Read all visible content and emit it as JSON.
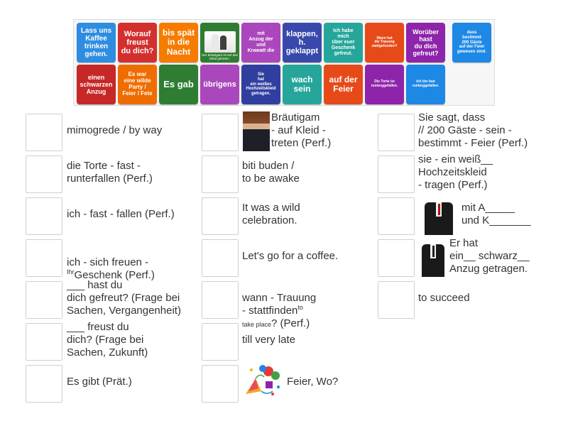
{
  "tiles": [
    {
      "label": "Lass uns\nKaffee\ntrinken\ngehen.",
      "color": "#2e8de0"
    },
    {
      "label": "Worauf\nfreust\ndu dich?",
      "color": "#d32f2f"
    },
    {
      "label": "bis spät\nin die\nNacht",
      "color": "#f57c00"
    },
    {
      "label": "",
      "caption": "Der Bräutigam ist auf das Kleid getreten.",
      "color": "#2e7d32",
      "image": "groom-bride-photo"
    },
    {
      "label": "mit\nAnzug der\nund\nKrawatt die",
      "color": "#ab47bc"
    },
    {
      "label": "klappen,\nh.\ngeklappt",
      "color": "#3949ab"
    },
    {
      "label": "Ich habe\nmich\nüber euer\nGeschenk\ngefreut.",
      "color": "#26a69a"
    },
    {
      "label": "Wann hat\ndie Trauung\nstattgefunden?",
      "color": "#e64a19"
    },
    {
      "label": "Worüber\nhast\ndu dich\ngefreut?",
      "color": "#8e24aa"
    },
    {
      "label": "dass\nbestimmt\n200 Gäste\nauf der Feier\ngewesen sind.",
      "color": "#1e88e5"
    },
    {
      "label": "einen\nschwarzen\nAnzug",
      "color": "#c62828"
    },
    {
      "label": "Es war\neine wilde\nParty /\nFeier / Fete",
      "color": "#ef6c00"
    },
    {
      "label": "Es gab",
      "color": "#2e7d32"
    },
    {
      "label": "übrigens",
      "color": "#ab47bc"
    },
    {
      "label": "Sie\nhat\nein weißes\nHochzeitskleid\ngetragen.",
      "color": "#303f9f"
    },
    {
      "label": "wach\nsein",
      "color": "#26a69a"
    },
    {
      "label": "auf der\nFeier",
      "color": "#e64a19"
    },
    {
      "label": "Die Torte ist\nrunterggefallen.",
      "color": "#8e24aa"
    },
    {
      "label": "Ich bin fast\nrunterggefallen.",
      "color": "#1e88e5"
    }
  ],
  "col1": [
    {
      "text": "mimogrede / by way"
    },
    {
      "text": "die Torte - fast -\nrunterfallen (Perf.)"
    },
    {
      "text": "ich - fast - fallen (Perf.)"
    },
    {
      "pre": "ich - sich freuen -",
      "sup": "Ihr",
      "post": "Geschenk (Perf.)"
    },
    {
      "text": "___ hast du\ndich gefreut? (Frage bei\nSachen, Vergangenheit)"
    },
    {
      "text": "___ freust du\ndich? (Frage bei\nSachen, Zukunft)"
    },
    {
      "text": "Es gibt (Prät.)"
    }
  ],
  "col2": [
    {
      "text": "Bräutigam\n- auf Kleid -\ntreten (Perf.)",
      "image": "groom-photo"
    },
    {
      "text": "biti buden /\nto be awake"
    },
    {
      "text": "It was a wild\ncelebration."
    },
    {
      "text": "Let's go for a coffee."
    },
    {
      "pre": "wann - Trauung\n- stattfinden",
      "sup": "to",
      "subline": "take place",
      "post": "? (Perf.)"
    },
    {
      "text": "till very late"
    },
    {
      "text": "Feier, Wo?",
      "image": "party-clipart"
    }
  ],
  "col3": [
    {
      "text": "Sie sagt, dass\n// 200 Gäste - sein -\nbestimmt - Feier (Perf.)"
    },
    {
      "text": "sie - ein weiß__\nHochzeitskleid\n- tragen (Perf.)"
    },
    {
      "text": "mit A_____\nund K_______",
      "image": "suit-tie-photo"
    },
    {
      "text": "Er hat\nein__ schwarz__\nAnzug getragen.",
      "image": "black-suit-photo"
    },
    {
      "text": "to succeed"
    }
  ]
}
